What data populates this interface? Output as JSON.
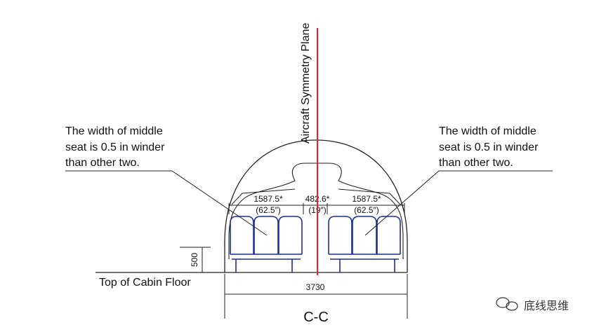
{
  "diagram": {
    "symmetry_plane_label": "Aircraft Symmetry Plane",
    "left_note": [
      "The width of middle",
      "seat is 0.5 in winder",
      "than other two."
    ],
    "right_note": [
      "The width of middle",
      "seat is 0.5 in winder",
      "than other two."
    ],
    "left_group_width_mm": "1587.5*",
    "left_group_width_in": "(62.5″)",
    "aisle_width_mm": "482.6*",
    "aisle_width_in": "(19″)",
    "right_group_width_mm": "1587.5*",
    "right_group_width_in": "(62.5″)",
    "floor_height": "500",
    "floor_label": "Top of Cabin Floor",
    "cabin_width": "3730",
    "section_label": "C-C",
    "watermark": "底线思维",
    "colors": {
      "symmetry_line": "#e8202a",
      "seats": "#1c2f9c",
      "outline": "#222222"
    }
  }
}
